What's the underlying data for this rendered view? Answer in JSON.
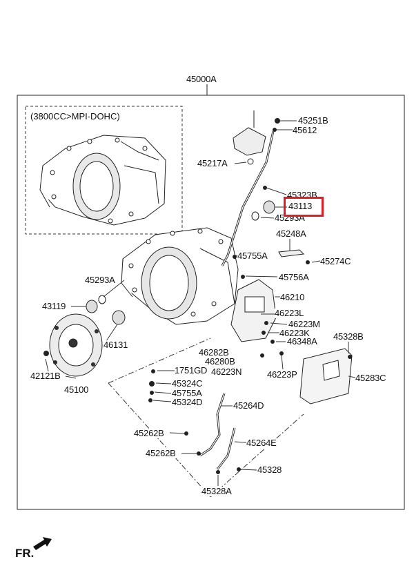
{
  "assembly": {
    "number": "45000A",
    "variant": "(3800CC>MPI-DOHC)"
  },
  "highlighted_part": "43113",
  "highlight_color": "#e21b23",
  "orientation": {
    "front_label": "FR."
  },
  "part_labels": [
    "45251B",
    "45612",
    "45217A",
    "45323B",
    "43113",
    "45293A",
    "45248A",
    "45274C",
    "45755A",
    "45756A",
    "45293A",
    "46210",
    "43119",
    "46223L",
    "46223M",
    "46131",
    "46223K",
    "46348A",
    "45328B",
    "46282B",
    "46280B",
    "46223N",
    "46223P",
    "42121B",
    "1751GD",
    "45283C",
    "45100",
    "45324C",
    "45755A",
    "45324D",
    "45264D",
    "45262B",
    "45264E",
    "45262B",
    "45328",
    "45328A"
  ]
}
